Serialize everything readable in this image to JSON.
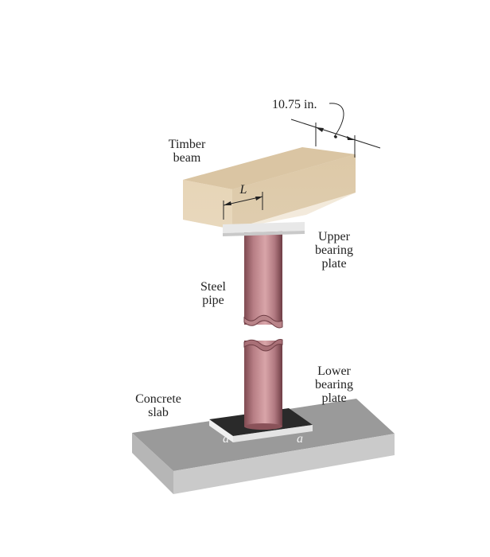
{
  "dimension": {
    "width": "10.75 in.",
    "length": "L"
  },
  "labels": {
    "timber": [
      "Timber",
      "beam"
    ],
    "upper": [
      "Upper",
      "bearing",
      "plate"
    ],
    "steel": [
      "Steel",
      "pipe"
    ],
    "lower": [
      "Lower",
      "bearing",
      "plate"
    ],
    "concrete": [
      "Concrete",
      "slab"
    ],
    "a_left": "a",
    "a_right": "a"
  },
  "colors": {
    "timber_front": "#e9d7b8",
    "timber_top": "#d9c4a0",
    "timber_side": "#cdb692",
    "pipe": "#c08a8e",
    "pipe_dark": "#8e5a60",
    "plate": "#e2e2e2",
    "slab_top": "#9b9b9b",
    "slab_front": "#bdbdbd",
    "slab_side": "#a8a8a8",
    "pad": "#2c2c2c"
  }
}
